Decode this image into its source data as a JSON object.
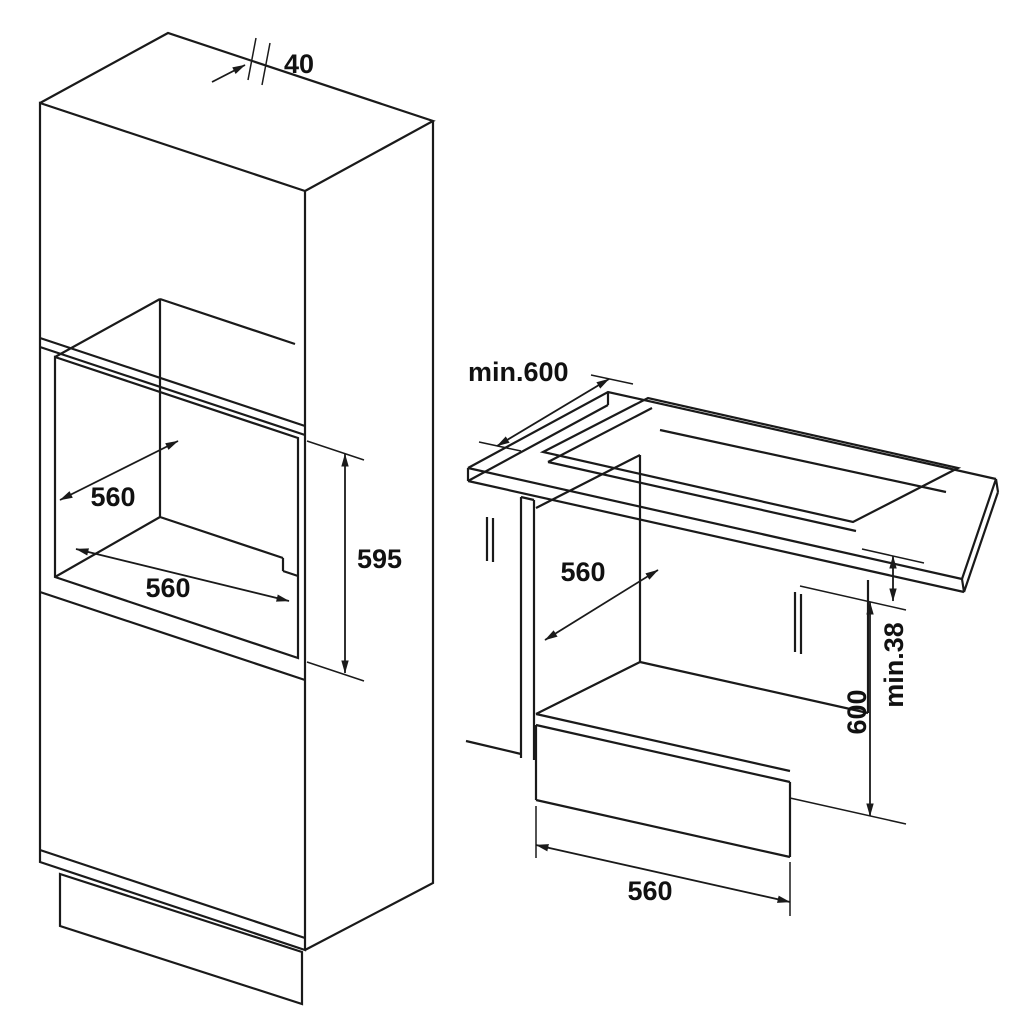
{
  "colors": {
    "background": "#ffffff",
    "line": "#1a1a1a",
    "text": "#111111"
  },
  "left_diagram": {
    "dims": {
      "top_gap": "40",
      "niche_depth": "560",
      "niche_width": "560",
      "niche_height": "595"
    }
  },
  "right_diagram": {
    "dims": {
      "counter_depth": "min.600",
      "niche_depth": "560",
      "niche_height": "600",
      "top_clearance": "min.38",
      "niche_width": "560"
    }
  }
}
